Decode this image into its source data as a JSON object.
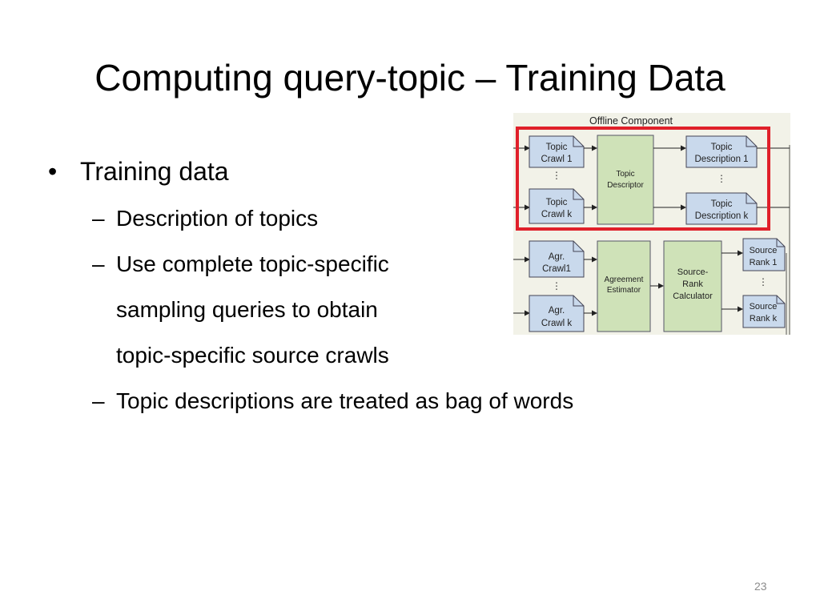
{
  "title": "Computing query-topic – Training Data",
  "bullets": {
    "l1": {
      "marker": "•",
      "text": "Training data"
    },
    "l2": [
      {
        "marker": "–",
        "lines": [
          "Description of topics"
        ]
      },
      {
        "marker": "–",
        "lines": [
          "Use complete topic-specific",
          "sampling queries to obtain",
          "topic-specific source crawls"
        ]
      },
      {
        "marker": "–",
        "lines": [
          "Topic descriptions are treated as bag of words"
        ]
      }
    ]
  },
  "diagram": {
    "header": "Offline Component",
    "topic_crawl_1": [
      "Topic",
      "Crawl 1"
    ],
    "topic_crawl_k": [
      "Topic",
      "Crawl k"
    ],
    "topic_descriptor": [
      "Topic",
      "Descriptor"
    ],
    "topic_description_1": [
      "Topic",
      "Description 1"
    ],
    "topic_description_k": [
      "Topic",
      "Description k"
    ],
    "agr_crawl_1": [
      "Agr.",
      "Crawl1"
    ],
    "agr_crawl_k": [
      "Agr.",
      "Crawl k"
    ],
    "agreement_estimator": [
      "Agreement",
      "Estimator"
    ],
    "source_rank_calculator": [
      "Source-",
      "Rank",
      "Calculator"
    ],
    "source_rank_1": [
      "Source",
      "Rank 1"
    ],
    "source_rank_k": [
      "Source",
      "Rank k"
    ],
    "colors": {
      "background": "#f2f2e8",
      "document_fill": "#c9d9ec",
      "process_fill": "#cfe2b8",
      "highlight": "#e0202a"
    }
  },
  "page_number": "23"
}
